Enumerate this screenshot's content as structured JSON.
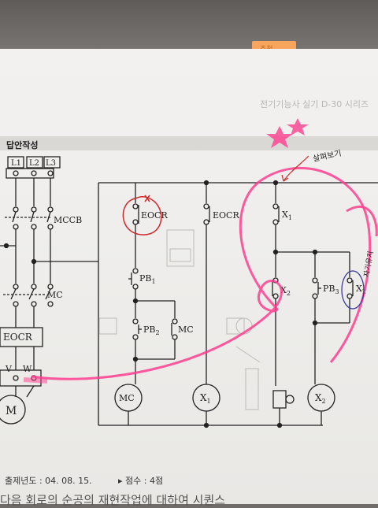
{
  "tab_label": "추천",
  "faded_header_text": "전기기능사 실기 D-30 시리즈",
  "section_title": "답안작성",
  "power": {
    "lines": [
      "L1",
      "L2",
      "L3"
    ],
    "breaker": "MCCB",
    "contactor": "MC",
    "overload": "EOCR",
    "terminals": [
      "V",
      "W"
    ],
    "motor": "M"
  },
  "control": {
    "contacts": {
      "eocr_nc": "EOCR",
      "eocr_no": "EOCR",
      "pb1": "PB",
      "pb1_sub": "1",
      "pb2": "PB",
      "pb2_sub": "2",
      "mc_aux": "MC",
      "x1_contact": "X",
      "x1_sub": "1",
      "x2_contact": "X",
      "x2_sub": "2",
      "pb3": "PB",
      "pb3_sub": "3",
      "x2_contact_b": "X",
      "x2_b_sub": "2"
    },
    "coils": {
      "mc": "MC",
      "x1": "X",
      "x1_sub": "1",
      "x2": "X",
      "x2_sub": "2"
    }
  },
  "annotations": {
    "handwritten_1": "살펴보기",
    "handwritten_2": "자기유지"
  },
  "footer": {
    "year_label": "출제년도 : 04. 08. 15.",
    "score_label": "▸ 점수 : 4점"
  },
  "bottom_line": "다음 회로의 순공의 재현작업에 대하여 시퀀스 ",
  "colors": {
    "paper": "#efeeec",
    "ink": "#222222",
    "pink_highlighter": "#ff3d8e",
    "red_pen": "#d0282a",
    "blue_pen": "#3a3aa0"
  }
}
